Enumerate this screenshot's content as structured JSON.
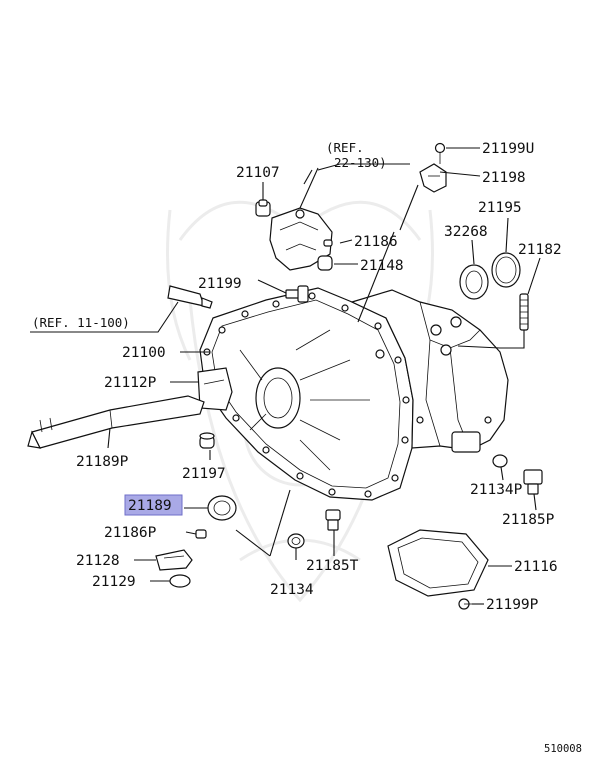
{
  "diagram": {
    "highlight_color": "#a9a9e6",
    "ink_color": "#111111",
    "watermark_color": "#ececec",
    "parts": {
      "p21199u": "21199U",
      "p21198": "21198",
      "p21107": "21107",
      "p21195": "21195",
      "p32268": "32268",
      "p21182": "21182",
      "p21186": "21186",
      "p21148": "21148",
      "p21199": "21199",
      "p21100": "21100",
      "p21112p": "21112P",
      "p21189p": "21189P",
      "p21197": "21197",
      "p21189": "21189",
      "p21186p": "21186P",
      "p21128": "21128",
      "p21129": "21129",
      "p21134": "21134",
      "p21185t": "21185T",
      "p21116": "21116",
      "p21134p": "21134P",
      "p21185p": "21185P",
      "p21199p": "21199P"
    },
    "refs": {
      "ref_22_a": "(REF.",
      "ref_22_b": "22-130)",
      "ref_11": "(REF. 11-100)"
    },
    "footer_code": "510008"
  }
}
